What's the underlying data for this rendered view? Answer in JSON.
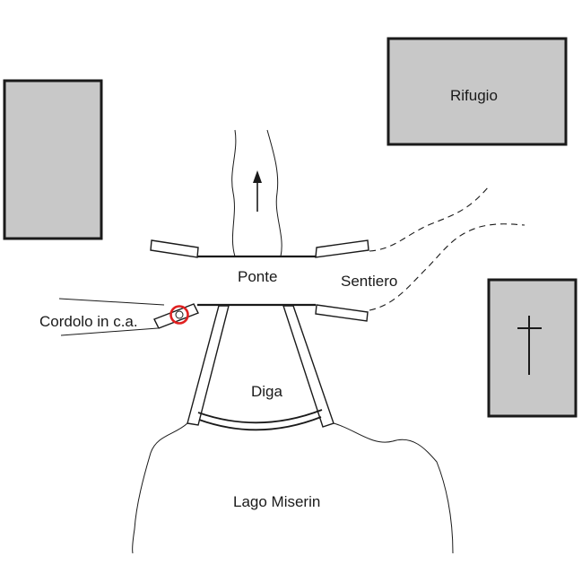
{
  "labels": {
    "rifugio": "Rifugio",
    "ponte": "Ponte",
    "sentiero": "Sentiero",
    "cordolo": "Cordolo in c.a.",
    "diga": "Diga",
    "lago": "Lago Miserin"
  },
  "colors": {
    "building_fill": "#c8c8c8",
    "stroke": "#1a1a1a",
    "highlight": "#e02020"
  },
  "icons": {
    "flow": "arrow-up-icon",
    "chapel": "cross-icon"
  }
}
